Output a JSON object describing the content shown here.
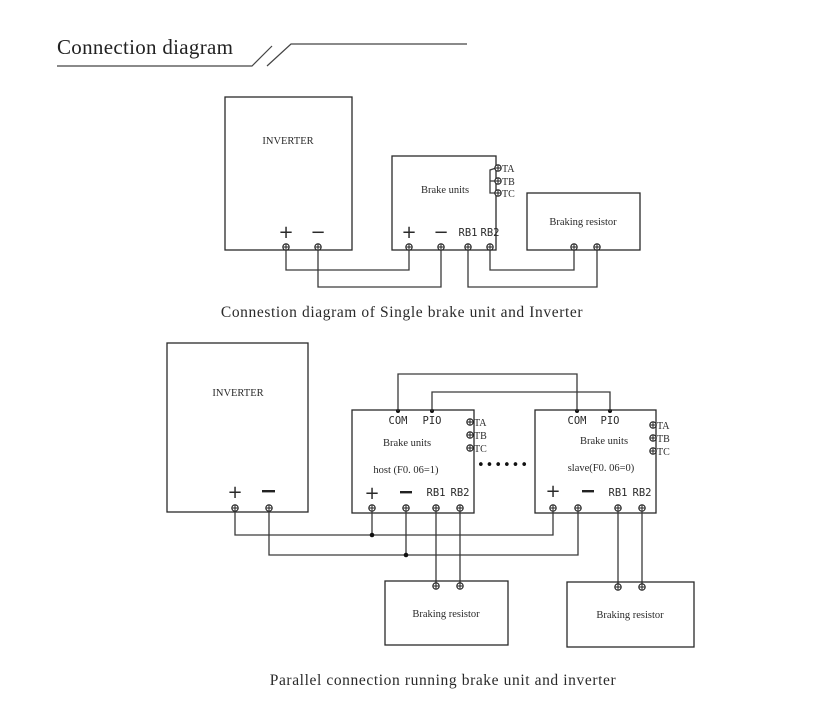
{
  "header": {
    "title": "Connection diagram"
  },
  "diagram_single": {
    "caption": "Connestion diagram of Single brake unit and  Inverter",
    "inverter": {
      "label": "INVERTER",
      "terminals": [
        "+",
        "−"
      ]
    },
    "brake_unit": {
      "label": "Brake units",
      "terminals": [
        "+",
        "−",
        "RB1",
        "RB2"
      ],
      "relay_contacts": [
        "TA",
        "TB",
        "TC"
      ]
    },
    "resistor": {
      "label": "Braking resistor"
    }
  },
  "diagram_parallel": {
    "caption": "Parallel connection running brake unit and inverter",
    "inverter": {
      "label": "INVERTER",
      "terminals": [
        "+",
        "−"
      ]
    },
    "host_unit": {
      "label": "Brake units",
      "role": "host (F0. 06=1)",
      "signal_terminals": [
        "COM",
        "PIO"
      ],
      "terminals": [
        "+",
        "−",
        "RB1",
        "RB2"
      ],
      "relay_contacts": [
        "TA",
        "TB",
        "TC"
      ]
    },
    "ellipsis": "••••••",
    "slave_unit": {
      "label": "Brake units",
      "role": "slave(F0. 06=0)",
      "signal_terminals": [
        "COM",
        "PIO"
      ],
      "terminals": [
        "+",
        "−",
        "RB1",
        "RB2"
      ],
      "relay_contacts": [
        "TA",
        "TB",
        "TC"
      ]
    },
    "resistor_host": {
      "label": "Braking resistor"
    },
    "resistor_slave": {
      "label": "Braking resistor"
    }
  }
}
